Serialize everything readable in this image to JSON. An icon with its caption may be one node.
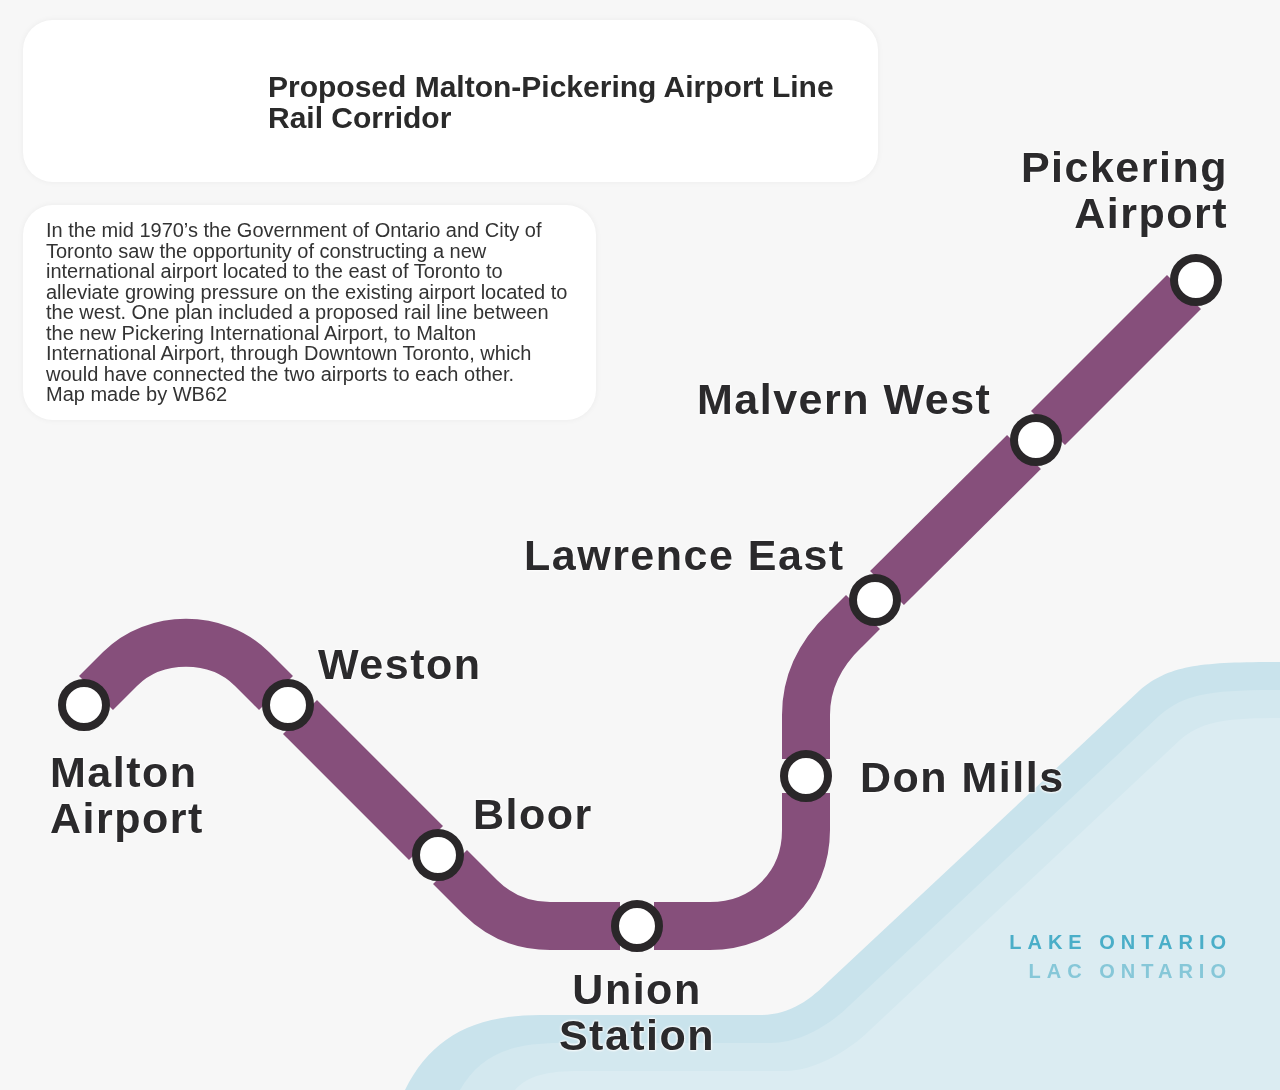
{
  "diagram": {
    "title": "Proposed Malton-Pickering Airport Line Rail Corridor",
    "nodes": [
      {
        "text": [
          "In the mid 1970’s the Government of Ontario and City of Toronto saw the opportunity of constructing a new international airport located to the east of Toronto to alleviate growing pressure on the existing airport located to the west. One plan included a proposed rail line between the new Pickering International Airport, to Malton International Airport, through Downtown Toronto, which would have connected the two airports to each other.",
          "Map made by WB62"
        ]
      },
      {
        "text": [],
        "shape": "circle",
        "beside": [
          "Malton Airport"
        ]
      },
      {
        "text": [],
        "shape": "circle",
        "beside": [
          "Weston"
        ]
      },
      {
        "text": [],
        "shape": "circle",
        "beside": [
          "Bloor"
        ]
      },
      {
        "text": [],
        "shape": "circle",
        "beside": [
          "Union Station"
        ]
      },
      {
        "text": [],
        "shape": "circle",
        "beside": [
          "Don Mills"
        ]
      },
      {
        "text": [],
        "shape": "circle",
        "beside": [
          "Lawrence East"
        ]
      },
      {
        "text": [],
        "shape": "circle",
        "beside": [
          "Malvern West"
        ]
      },
      {
        "text": [],
        "shape": "circle",
        "beside": [
          "Pickering Airport"
        ]
      }
    ],
    "edges": [
      {
        "from": 1,
        "to": 2,
        "arrow": "none"
      },
      {
        "from": 2,
        "to": 3,
        "arrow": "none"
      },
      {
        "from": 3,
        "to": 4,
        "arrow": "none"
      },
      {
        "from": 4,
        "to": 5,
        "arrow": "none"
      },
      {
        "from": 5,
        "to": 6,
        "arrow": "none"
      },
      {
        "from": 6,
        "to": 7,
        "arrow": "none"
      },
      {
        "from": 7,
        "to": 8,
        "arrow": "none"
      }
    ],
    "labels": [
      "LAKE ONTARIO",
      "LAC ONTARIO"
    ]
  }
}
